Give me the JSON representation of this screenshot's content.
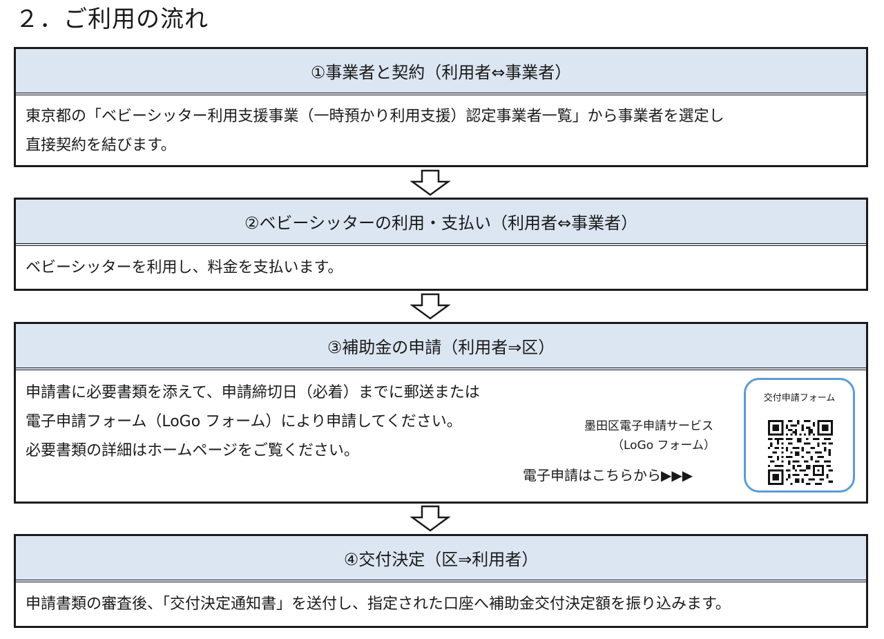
{
  "page": {
    "title": "２．ご利用の流れ"
  },
  "steps": [
    {
      "heading": "①事業者と契約（利用者⇔事業者）",
      "lines": [
        "東京都の「ベビーシッター利用支援事業（一時預かり利用支援）認定事業者一覧」から事業者を選定し",
        "直接契約を結びます。"
      ]
    },
    {
      "heading": "②ベビーシッターの利用・支払い（利用者⇔事業者）",
      "lines": [
        "ベビーシッターを利用し、料金を支払います。"
      ]
    },
    {
      "heading": "③補助金の申請（利用者⇒区）",
      "lines": [
        "申請書に必要書類を添えて、申請締切日（必着）までに郵送または",
        "電子申請フォーム（LoGo フォーム）により申請してください。",
        "必要書類の詳細はホームページをご覧ください。"
      ]
    },
    {
      "heading": "④交付決定（区⇒利用者）",
      "lines": [
        "申請書類の審査後、「交付決定通知書」を送付し、指定された口座へ補助金交付決定額を振り込みます。"
      ]
    }
  ],
  "application": {
    "service_name": "墨田区電子申請サービス",
    "service_sub": "（LoGo フォーム）",
    "apply_link": "電子申請はこちらから▶▶▶",
    "qr_label": "交付申請フォーム",
    "qr_icon": "qr-code-icon"
  },
  "colors": {
    "header_fill": "#dce6f2",
    "border": "#1a1a1a",
    "qr_border": "#5b9bd5"
  }
}
